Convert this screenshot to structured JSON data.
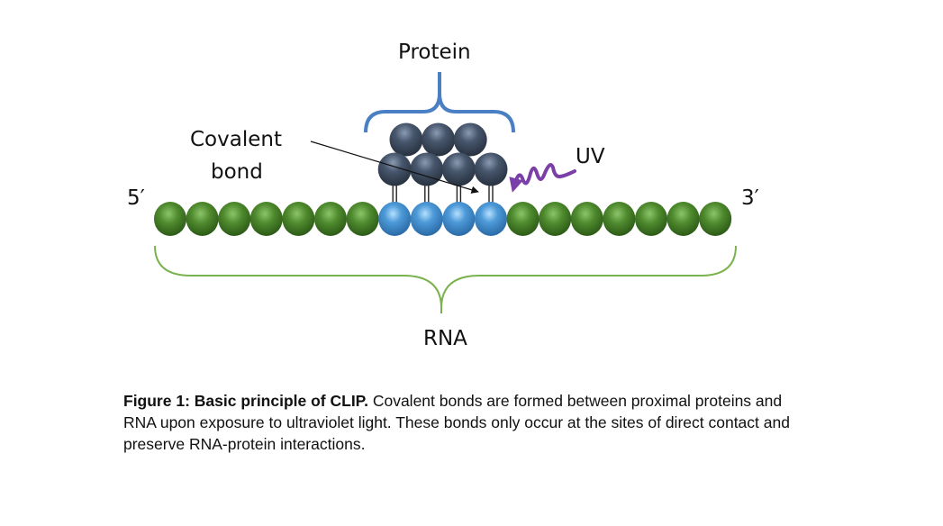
{
  "labels": {
    "protein": "Protein",
    "covalent_bond_line1": "Covalent",
    "covalent_bond_line2": "bond",
    "uv": "UV",
    "five_prime": "5′",
    "three_prime": "3′",
    "rna": "RNA"
  },
  "rna_strand": {
    "nucleotides": [
      "green",
      "green",
      "green",
      "green",
      "green",
      "green",
      "green",
      "blue",
      "blue",
      "blue",
      "blue",
      "green",
      "green",
      "green",
      "green",
      "green",
      "green",
      "green"
    ],
    "crosslinked_count": 4
  },
  "protein_complex": {
    "top_row_count": 3,
    "bottom_row_count": 4
  },
  "colors": {
    "rna_nucleotide": "#4a7f2c",
    "contact_nucleotide": "#4a90cc",
    "protein_subunit": "#3c4b62",
    "protein_bracket": "#4a7fc4",
    "rna_bracket": "#7ab24f",
    "uv_wave": "#7b3fa8"
  },
  "caption": {
    "title": "Figure 1: Basic principle of CLIP.",
    "text": " Covalent bonds are formed between proximal proteins and RNA upon exposure to ultraviolet light. These bonds only occur at the sites of direct contact and preserve RNA-protein interactions."
  }
}
